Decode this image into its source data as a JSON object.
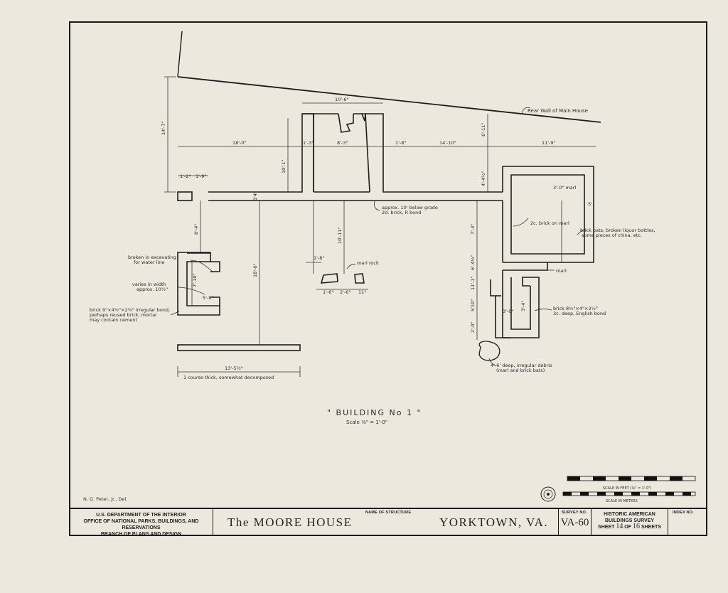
{
  "drawing": {
    "rear_wall_label": "Rear Wall of Main House",
    "dimensions": {
      "overall_height": "14'-7\"",
      "top_bay_width": "10'-6\"",
      "seg_1": "18'-0\"",
      "seg_2": "1'-3\"",
      "seg_3": "8'-3\"",
      "seg_4": "1'-8\"",
      "seg_5": "14'-10\"",
      "seg_6": "11'-9\"",
      "bay_height": "10'-1\"",
      "right_depth_a": "6'-11\"",
      "right_depth_b": "4'-4½\"",
      "left_small_a": "1'-2\"",
      "left_small_b": "1'-9\"",
      "wall_thick": "1'4\"",
      "left_down": "8'-4\"",
      "center_down": "10'-11\"",
      "long_down": "18'-6\"",
      "enclosure_height": "7'-10\"",
      "enclosure_width": "5'-8\"",
      "rock_dim_a": "1'-8\"",
      "rock_dim_b": "1'-6\"",
      "rock_dim_c": "2'-6\"",
      "rock_dim_d": "11\"",
      "right_side_1": "7'-3\"",
      "right_side_2": "6'-4½\"",
      "right_side_3": "11'-1\"",
      "right_side_4": "5'10\"",
      "right_side_5": "2'-0\"",
      "pit_width": "3'-0\"",
      "pit_height": "3'-4\"",
      "right_box_width": "5'",
      "bottom_length": "13'-5½\"",
      "marl_dim": "3'-0\" marl"
    },
    "notes": {
      "below_grade": "approx. 10' below grade",
      "bond_1": "2d. brick, R bond",
      "marl_rock": "marl rock",
      "brick_on_marl": "2c. brick on marl",
      "brick_bats": "brick bats, broken liquor bottles,",
      "brick_bats_2": "some pieces of china, etc.",
      "marl": "marl",
      "english_bond_1": "brick 8¾\"×4\"×2½\"",
      "english_bond_2": "3c. deep, English bond",
      "debris_1": "4'-6' deep, irregular debris",
      "debris_2": "(marl and brick bats)",
      "broken_1": "broken in excavating",
      "broken_2": "for water line",
      "varies_1": "varies in width",
      "varies_2": "approx. 10½\"",
      "brick_irreg_1": "brick 9\"×4½\"×2¾\" irregular bond,",
      "brick_irreg_2": "perhaps reused brick, mortar",
      "brick_irreg_3": "may contain cement",
      "course_thick": "1 course thick, somewhat decomposed"
    },
    "title": "\" BUILDING  No 1 \"",
    "scale": "Scale ⅛\" = 1'-0\"",
    "scale_feet": "SCALE IN FEET (⅛\" = 1'-0\")",
    "scale_meters": "SCALE IN METERS",
    "delineator": "N. G. Peter, Jr., Del."
  },
  "title_block": {
    "agency_1": "U.S. DEPARTMENT OF THE INTERIOR",
    "agency_2": "OFFICE OF NATIONAL PARKS, BUILDINGS, AND RESERVATIONS",
    "agency_3": "BRANCH OF PLANS AND DESIGN",
    "structure_label": "NAME OF STRUCTURE",
    "structure_name": "The MOORE HOUSE",
    "location": "YORKTOWN, VA.",
    "survey_label": "SURVEY NO.",
    "survey_number": "VA-60",
    "habs_1": "HISTORIC AMERICAN",
    "habs_2": "BUILDINGS SURVEY",
    "sheet_text_pre": "SHEET",
    "sheet_num": "14",
    "sheet_of": "OF",
    "sheet_total": "16",
    "sheet_text_post": "SHEETS",
    "index_label": "INDEX NO."
  }
}
